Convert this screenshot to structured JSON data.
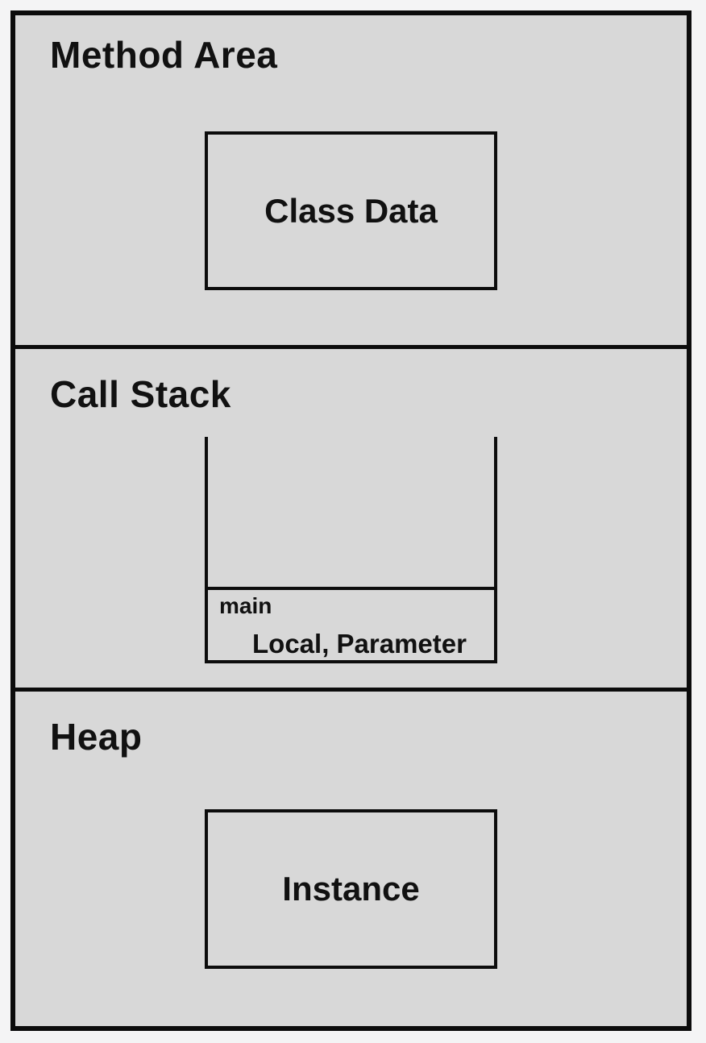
{
  "diagram": {
    "kind": "memory-layout",
    "sections": [
      {
        "title": "Method Area",
        "box_label": "Class Data"
      },
      {
        "title": "Call Stack",
        "frame_name": "main",
        "frame_contents": "Local, Parameter"
      },
      {
        "title": "Heap",
        "box_label": "Instance"
      }
    ],
    "colors": {
      "page_background": "#f4f4f5",
      "panel_fill": "#d8d8d8",
      "line": "#0c0c0c",
      "text": "#111111"
    }
  }
}
